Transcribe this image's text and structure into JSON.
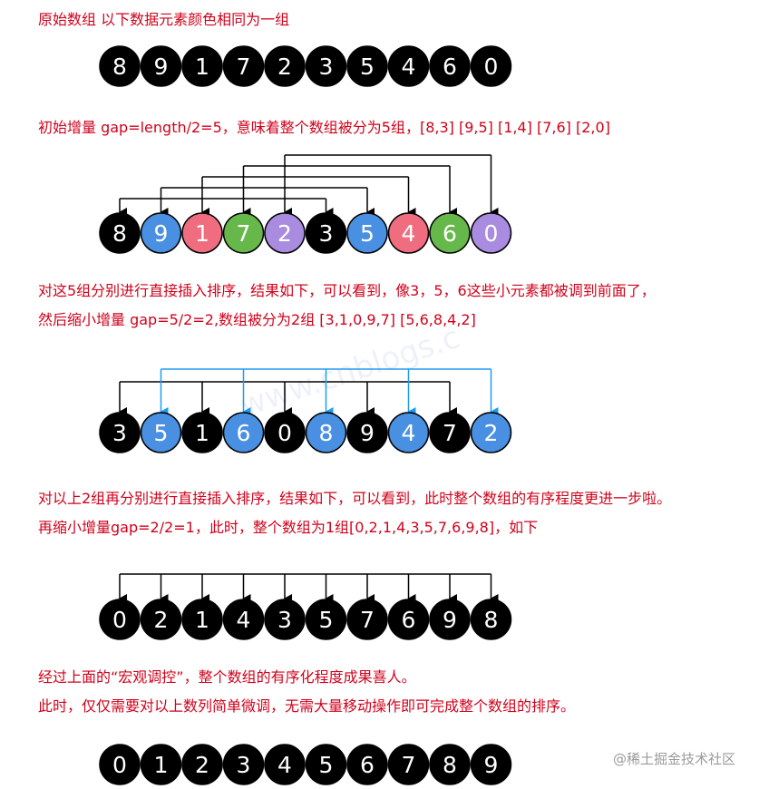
{
  "captions": {
    "c1": "原始数组  以下数据元素颜色相同为一组",
    "c2": "初始增量 gap=length/2=5，意味着整个数组被分为5组，[8,3] [9,5] [1,4] [7,6] [2,0]",
    "c3": "对这5组分别进行直接插入排序，结果如下，可以看到，像3，5，6这些小元素都被调到前面了，",
    "c4": "然后缩小增量 gap=5/2=2,数组被分为2组 [3,1,0,9,7] [5,6,8,4,2]",
    "c5": "对以上2组再分别进行直接插入排序，结果如下，可以看到，此时整个数组的有序程度更进一步啦。",
    "c6": "再缩小增量gap=2/2=1，此时，整个数组为1组[0,2,1,4,3,5,7,6,9,8]，如下",
    "c7": "经过上面的“宏观调控”，整个数组的有序化程度成果喜人。",
    "c8": "此时，仅仅需要对以上数列简单微调，无需大量移动操作即可完成整个数组的排序。"
  },
  "watermark": "@稀土掘金技术社区",
  "ghost_text": "www.cnblogs.c",
  "colors": {
    "caption": "#d0021b",
    "black": "#000000",
    "blue": "#4a90e2",
    "pink": "#f06d80",
    "green": "#66b84a",
    "purple": "#a98be0",
    "arrow_black": "#000000",
    "arrow_blue": "#1e9bf0"
  },
  "rows": [
    {
      "values": [
        8,
        9,
        1,
        7,
        2,
        3,
        5,
        4,
        6,
        0
      ],
      "fills": [
        "black",
        "black",
        "black",
        "black",
        "black",
        "black",
        "black",
        "black",
        "black",
        "black"
      ]
    },
    {
      "values": [
        8,
        9,
        1,
        7,
        2,
        3,
        5,
        4,
        6,
        0
      ],
      "fills": [
        "black",
        "blue",
        "pink",
        "green",
        "purple",
        "black",
        "blue",
        "pink",
        "green",
        "purple"
      ]
    },
    {
      "values": [
        3,
        5,
        1,
        6,
        0,
        8,
        9,
        4,
        7,
        2
      ],
      "fills": [
        "black",
        "blue",
        "black",
        "blue",
        "black",
        "blue",
        "black",
        "blue",
        "black",
        "blue"
      ]
    },
    {
      "values": [
        0,
        2,
        1,
        4,
        3,
        5,
        7,
        6,
        9,
        8
      ],
      "fills": [
        "black",
        "black",
        "black",
        "black",
        "black",
        "black",
        "black",
        "black",
        "black",
        "black"
      ]
    },
    {
      "values": [
        0,
        1,
        2,
        3,
        4,
        5,
        6,
        7,
        8,
        9
      ],
      "fills": [
        "black",
        "black",
        "black",
        "black",
        "black",
        "black",
        "black",
        "black",
        "black",
        "black"
      ]
    }
  ],
  "groupings": [
    {
      "row": 1,
      "gap": 5,
      "groups": [
        [
          0,
          5
        ],
        [
          1,
          6
        ],
        [
          2,
          7
        ],
        [
          3,
          8
        ],
        [
          4,
          9
        ]
      ],
      "color": "arrow_black"
    },
    {
      "row": 2,
      "gap": 2,
      "groups": [
        [
          0,
          2,
          4,
          6,
          8
        ]
      ],
      "color": "arrow_black"
    },
    {
      "row": 2,
      "gap": 2,
      "groups": [
        [
          1,
          3,
          5,
          7,
          9
        ]
      ],
      "color": "arrow_blue"
    },
    {
      "row": 3,
      "gap": 1,
      "groups": [
        [
          0,
          1,
          2,
          3,
          4,
          5,
          6,
          7,
          8,
          9
        ]
      ],
      "color": "arrow_black"
    }
  ]
}
